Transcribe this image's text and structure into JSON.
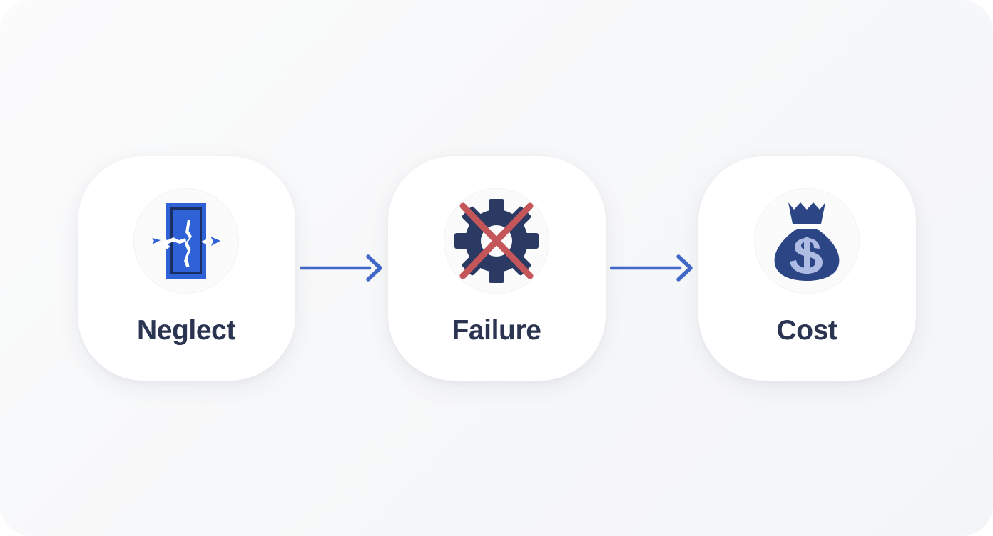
{
  "theme": {
    "background_start": "#fbfbfc",
    "background_end": "#f4f5f7",
    "card_background": "#ffffff",
    "label_color": "#2b3450",
    "arrow_color": "#4269c8",
    "icon_blue": "#2f62d6",
    "icon_navy": "#2b3a63",
    "icon_dollar": "#aebce4",
    "icon_red": "#c4565a"
  },
  "diagram": {
    "type": "flow",
    "orientation": "horizontal",
    "steps": [
      {
        "id": "neglect",
        "label": "Neglect",
        "icon": "broken-door-icon"
      },
      {
        "id": "failure",
        "label": "Failure",
        "icon": "crossed-out-gear-icon"
      },
      {
        "id": "cost",
        "label": "Cost",
        "icon": "money-bag-icon"
      }
    ],
    "connectors": [
      {
        "id": "arrow-1",
        "icon": "arrow-right-icon",
        "from": "neglect",
        "to": "failure"
      },
      {
        "id": "arrow-2",
        "icon": "arrow-right-icon",
        "from": "failure",
        "to": "cost"
      }
    ],
    "money_bag_symbol": "$"
  }
}
